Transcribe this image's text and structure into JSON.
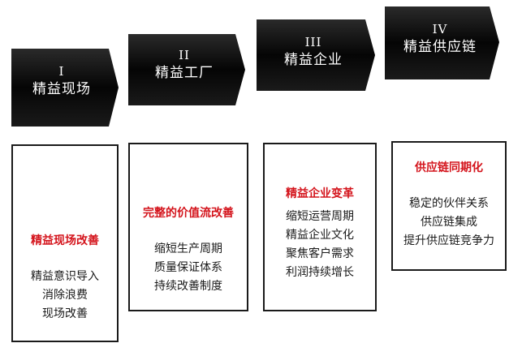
{
  "stages": [
    {
      "numeral": "I",
      "name": "精益现场",
      "title": "精益现场改善",
      "items": [
        "精益意识导入",
        "消除浪费",
        "现场改善"
      ]
    },
    {
      "numeral": "II",
      "name": "精益工厂",
      "title": "完整的价值流改善",
      "items": [
        "缩短生产周期",
        "质量保证体系",
        "持续改善制度"
      ]
    },
    {
      "numeral": "III",
      "name": "精益企业",
      "title": "精益企业变革",
      "items": [
        "缩短运营周期",
        "精益企业文化",
        "聚焦客户需求",
        "利润持续增长"
      ]
    },
    {
      "numeral": "IV",
      "name": "精益供应链",
      "title": "供应链同期化",
      "items": [
        "稳定的伙伴关系",
        "供应链集成",
        "提升供应链竞争力"
      ]
    }
  ],
  "colors": {
    "arrow": "#111111",
    "title": "#d4141c",
    "border": "#1a1a1a"
  }
}
